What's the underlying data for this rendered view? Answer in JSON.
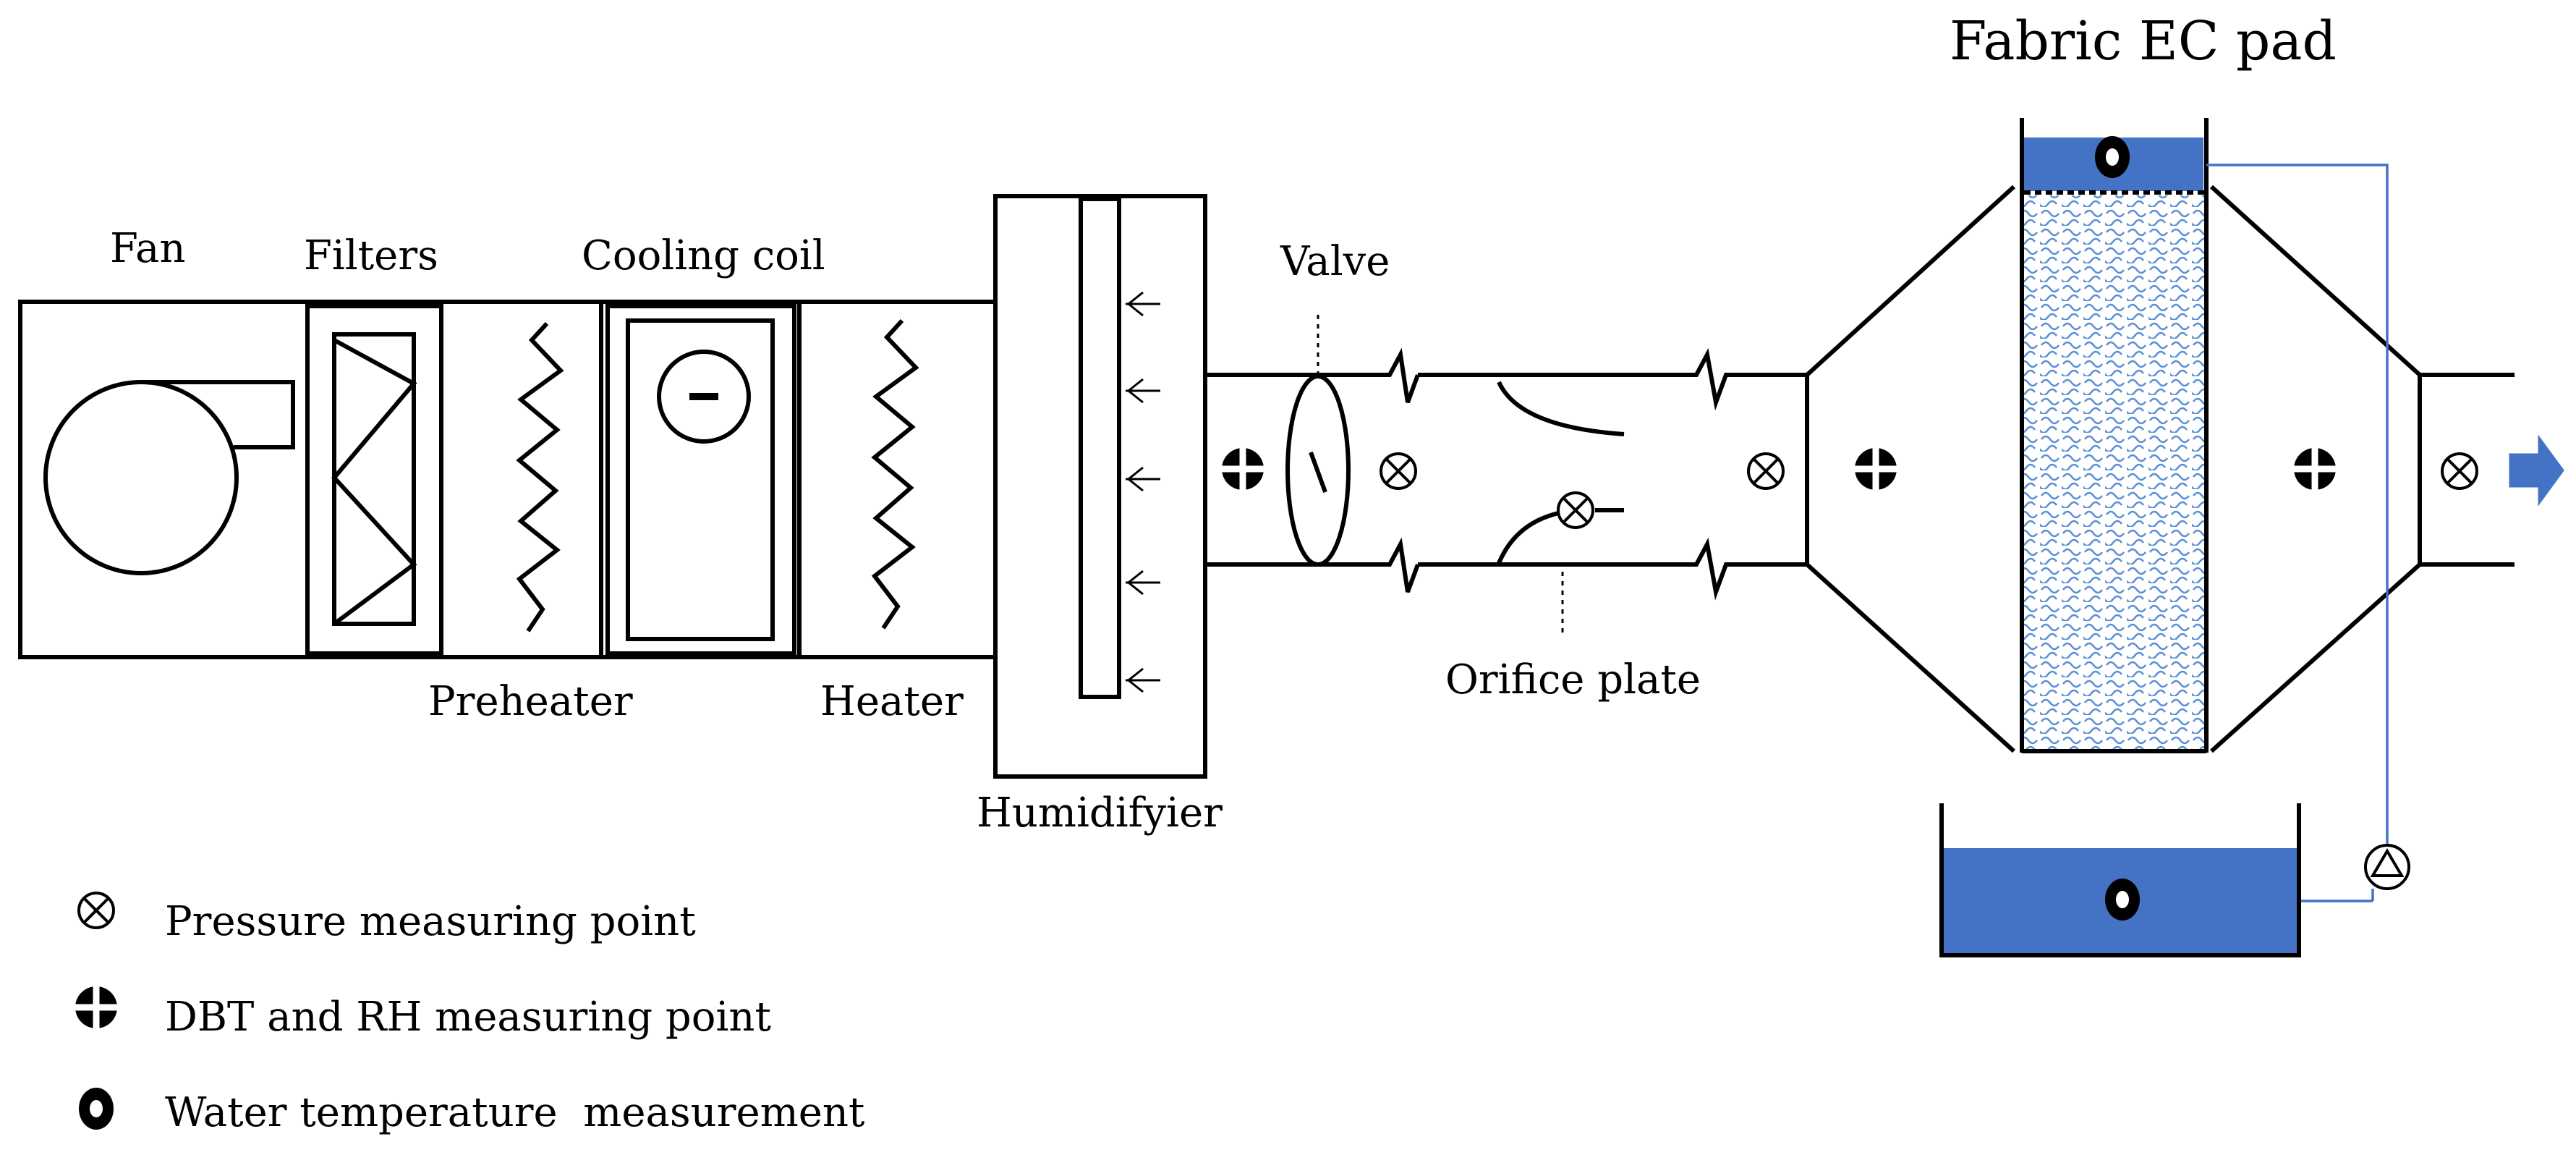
{
  "title": "Fabric EC pad",
  "labels": {
    "fan": "Fan",
    "filters": "Filters",
    "cooling_coil": "Cooling coil",
    "preheater": "Preheater",
    "heater": "Heater",
    "humidifier": "Humidifyier",
    "valve": "Valve",
    "orifice_plate": "Orifice plate"
  },
  "legend": [
    {
      "symbol": "pressure-point",
      "text": "Pressure measuring point"
    },
    {
      "symbol": "dbt-rh-point",
      "text": "DBT and RH measuring point"
    },
    {
      "symbol": "water-temp-point",
      "text": "Water temperature  measurement"
    }
  ],
  "colors": {
    "water": "#4472c4",
    "pad_pattern": "#5b8fd6",
    "line": "#000000"
  }
}
